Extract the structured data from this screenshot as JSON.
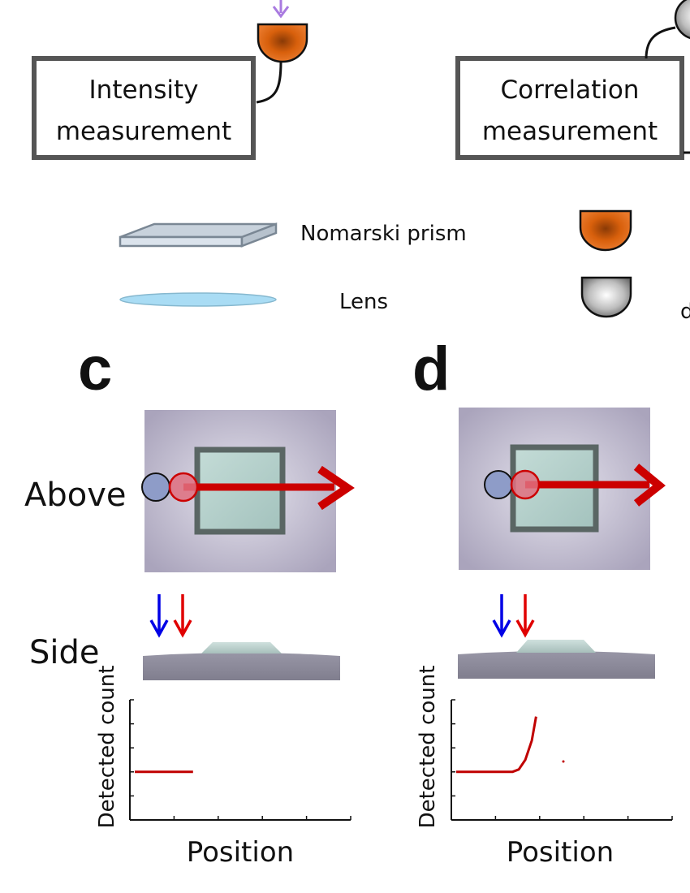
{
  "boxes": {
    "intensity": {
      "line1": "Intensity",
      "line2": "measurement"
    },
    "correlation": {
      "line1": "Correlation",
      "line2": "measurement"
    }
  },
  "legend": {
    "prism_label": "Nomarski prism",
    "lens_label": "Lens",
    "cut_label": "d"
  },
  "panels": {
    "c": {
      "letter": "c",
      "above_label": "Above",
      "side_label": "Side",
      "ylabel": "Detected count",
      "xlabel": "Position"
    },
    "d": {
      "letter": "d",
      "ylabel": "Detected count",
      "xlabel": "Position"
    }
  },
  "colors": {
    "detector_orange": "#d8600c",
    "detector_gray": "#9a9a9a",
    "beam_purple": "#a97be0",
    "arrow_red": "#cc0000",
    "arrow_blue": "#0000e6",
    "probe_blue": "#8e9cc8",
    "probe_red": "#e07080",
    "sample_bg": "#b5b0c4",
    "sample_square": "#a9c7c1",
    "square_border": "#5a6664",
    "curve_red": "#c00000"
  },
  "chart_data": [
    {
      "type": "line",
      "panel": "c",
      "xlabel": "Position",
      "ylabel": "Detected count",
      "series": [
        {
          "x": [
            0.0,
            0.27
          ],
          "y": [
            0.4,
            0.4
          ]
        }
      ],
      "xlim": [
        0,
        1
      ],
      "ylim": [
        0,
        1
      ]
    },
    {
      "type": "line",
      "panel": "d",
      "xlabel": "Position",
      "ylabel": "Detected count",
      "series": [
        {
          "x": [
            0.0,
            0.26,
            0.29,
            0.32,
            0.35,
            0.37
          ],
          "y": [
            0.4,
            0.4,
            0.42,
            0.5,
            0.66,
            0.86
          ]
        }
      ],
      "xlim": [
        0,
        1
      ],
      "ylim": [
        0,
        1
      ]
    }
  ]
}
